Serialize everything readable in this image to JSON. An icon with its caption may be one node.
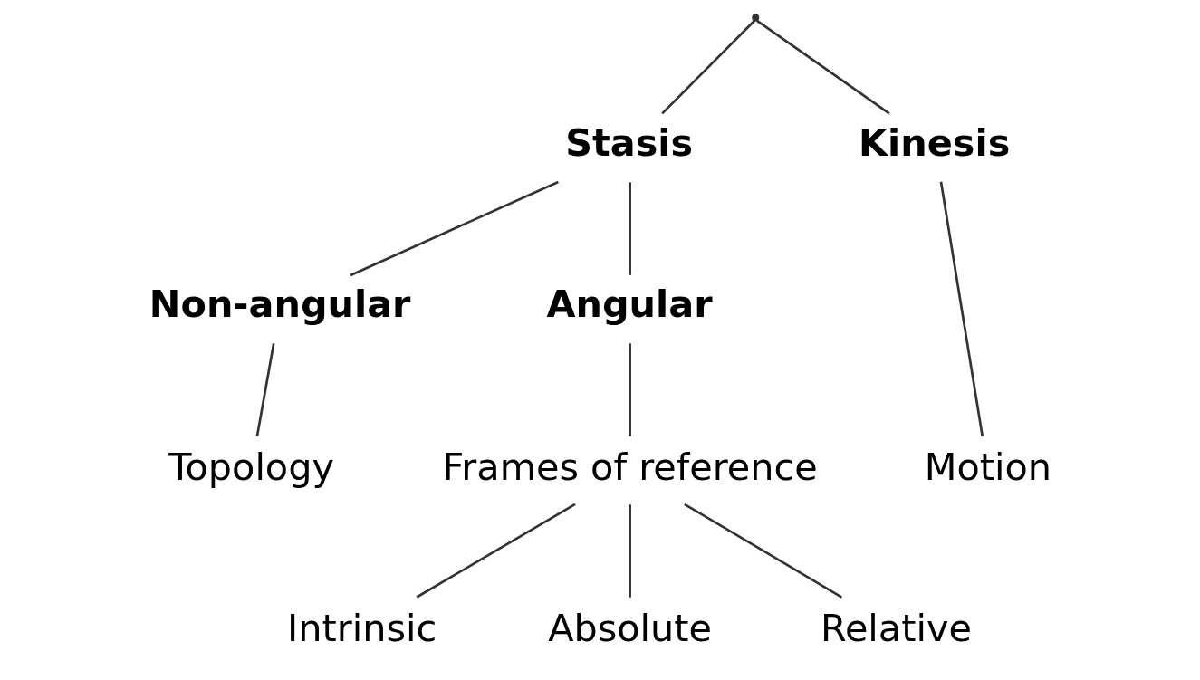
{
  "diagram": {
    "nodes": [
      {
        "text": [],
        "shape": "point"
      },
      {
        "text": [
          "Stasis"
        ]
      },
      {
        "text": [
          "Kinesis"
        ]
      },
      {
        "text": [
          "Non-angular"
        ]
      },
      {
        "text": [
          "Angular"
        ]
      },
      {
        "text": [
          "Topology"
        ]
      },
      {
        "text": [
          "Frames of reference"
        ]
      },
      {
        "text": [
          "Motion"
        ]
      },
      {
        "text": [
          "Intrinsic"
        ]
      },
      {
        "text": [
          "Absolute"
        ]
      },
      {
        "text": [
          "Relative"
        ]
      }
    ],
    "edges": [
      {
        "from": 0,
        "to": 1,
        "arrow": "none"
      },
      {
        "from": 0,
        "to": 2,
        "arrow": "none"
      },
      {
        "from": 1,
        "to": 3,
        "arrow": "none"
      },
      {
        "from": 1,
        "to": 4,
        "arrow": "none"
      },
      {
        "from": 3,
        "to": 5,
        "arrow": "none"
      },
      {
        "from": 4,
        "to": 6,
        "arrow": "none"
      },
      {
        "from": 2,
        "to": 7,
        "arrow": "none"
      },
      {
        "from": 6,
        "to": 8,
        "arrow": "none"
      },
      {
        "from": 6,
        "to": 9,
        "arrow": "none"
      },
      {
        "from": 6,
        "to": 10,
        "arrow": "none"
      }
    ]
  }
}
